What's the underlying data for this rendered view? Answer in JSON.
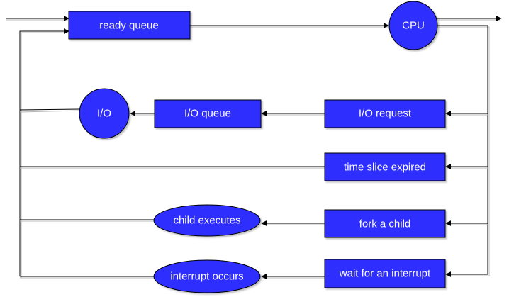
{
  "diagram": {
    "type": "process-scheduling-queueing-diagram",
    "colors": {
      "node_fill": "#2f2fff",
      "node_text": "#ffffff",
      "stroke": "#000000",
      "background": "#ffffff"
    },
    "nodes": {
      "ready_queue": "ready queue",
      "cpu": "CPU",
      "io": "I/O",
      "io_queue": "I/O queue",
      "io_request": "I/O request",
      "time_slice_expired": "time slice expired",
      "child_executes": "child executes",
      "fork_a_child": "fork a child",
      "interrupt_occurs": "interrupt occurs",
      "wait_for_an_interrupt": "wait for an interrupt"
    }
  }
}
